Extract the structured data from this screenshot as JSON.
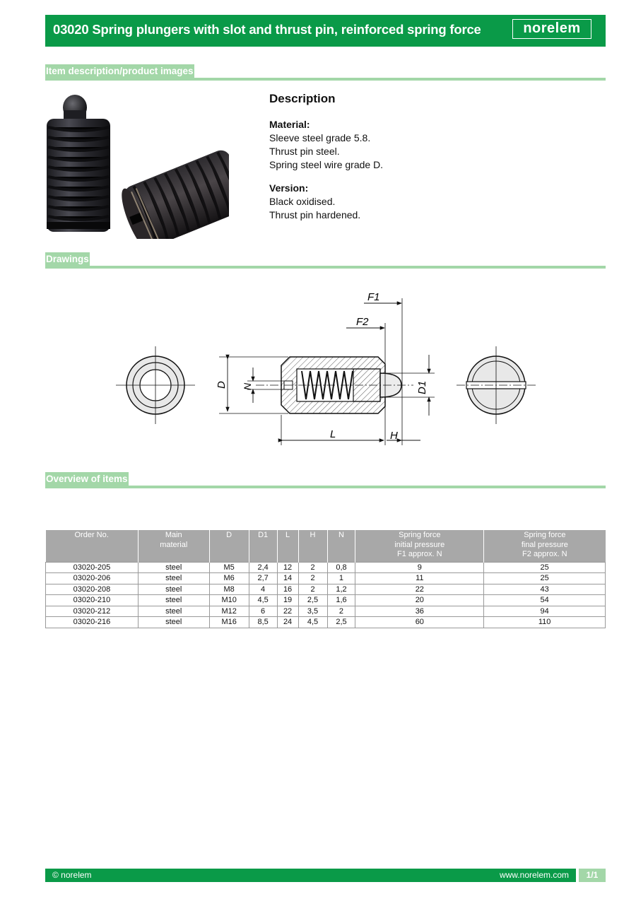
{
  "header": {
    "title": "03020 Spring plungers with slot and thrust pin, reinforced spring force",
    "logo_text": "norelem"
  },
  "sections": {
    "item_description": "Item description/product images",
    "drawings": "Drawings",
    "overview": "Overview of items"
  },
  "description": {
    "heading": "Description",
    "material_label": "Material:",
    "material_lines": [
      "Sleeve steel grade 5.8.",
      "Thrust pin steel.",
      "Spring steel wire grade D."
    ],
    "version_label": "Version:",
    "version_lines": [
      "Black oxidised.",
      "Thrust pin hardened."
    ]
  },
  "drawing_labels": {
    "F1": "F1",
    "F2": "F2",
    "D": "D",
    "N": "N",
    "D1": "D1",
    "L": "L",
    "H": "H"
  },
  "table": {
    "headers": [
      [
        "Order No."
      ],
      [
        "Main",
        "material"
      ],
      [
        "D"
      ],
      [
        "D1"
      ],
      [
        "L"
      ],
      [
        "H"
      ],
      [
        "N"
      ],
      [
        "Spring force",
        "initial pressure",
        "F1 approx. N"
      ],
      [
        "Spring force",
        "final pressure",
        "F2 approx. N"
      ]
    ],
    "rows": [
      [
        "03020-205",
        "steel",
        "M5",
        "2,4",
        "12",
        "2",
        "0,8",
        "9",
        "25"
      ],
      [
        "03020-206",
        "steel",
        "M6",
        "2,7",
        "14",
        "2",
        "1",
        "11",
        "25"
      ],
      [
        "03020-208",
        "steel",
        "M8",
        "4",
        "16",
        "2",
        "1,2",
        "22",
        "43"
      ],
      [
        "03020-210",
        "steel",
        "M10",
        "4,5",
        "19",
        "2,5",
        "1,6",
        "20",
        "54"
      ],
      [
        "03020-212",
        "steel",
        "M12",
        "6",
        "22",
        "3,5",
        "2",
        "36",
        "94"
      ],
      [
        "03020-216",
        "steel",
        "M16",
        "8,5",
        "24",
        "4,5",
        "2,5",
        "60",
        "110"
      ]
    ]
  },
  "footer": {
    "copyright": "© norelem",
    "website": "www.norelem.com",
    "page": "1/1"
  },
  "colors": {
    "brand_green": "#0a9a48",
    "section_green": "#a3d7a8",
    "table_header_gray": "#a8a8a8"
  }
}
